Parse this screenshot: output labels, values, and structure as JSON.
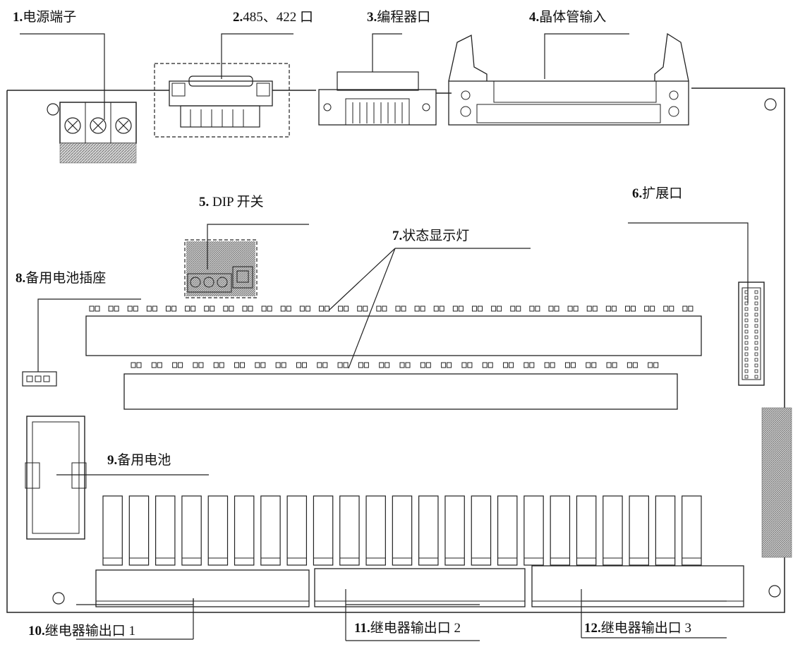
{
  "labels": [
    {
      "num": "1.",
      "text": "电源端子"
    },
    {
      "num": "2.",
      "text": "485、422 口"
    },
    {
      "num": "3.",
      "text": "编程器口"
    },
    {
      "num": "4.",
      "text": "晶体管输入"
    },
    {
      "num": "5.",
      "text": " DIP 开关"
    },
    {
      "num": "6.",
      "text": "扩展口"
    },
    {
      "num": "7.",
      "text": "状态显示灯"
    },
    {
      "num": "8.",
      "text": "备用电池插座"
    },
    {
      "num": "9.",
      "text": "备用电池"
    },
    {
      "num": "10.",
      "text": "继电器输出口 1"
    },
    {
      "num": "11.",
      "text": "继电器输出口 2"
    },
    {
      "num": "12.",
      "text": "继电器输出口 3"
    }
  ],
  "led_rows": [
    {
      "count": 32
    },
    {
      "count": 26
    }
  ],
  "relay_count": 23,
  "colors": {
    "line": "#222222",
    "hatch": "#9a9a9a",
    "background": "#ffffff"
  }
}
